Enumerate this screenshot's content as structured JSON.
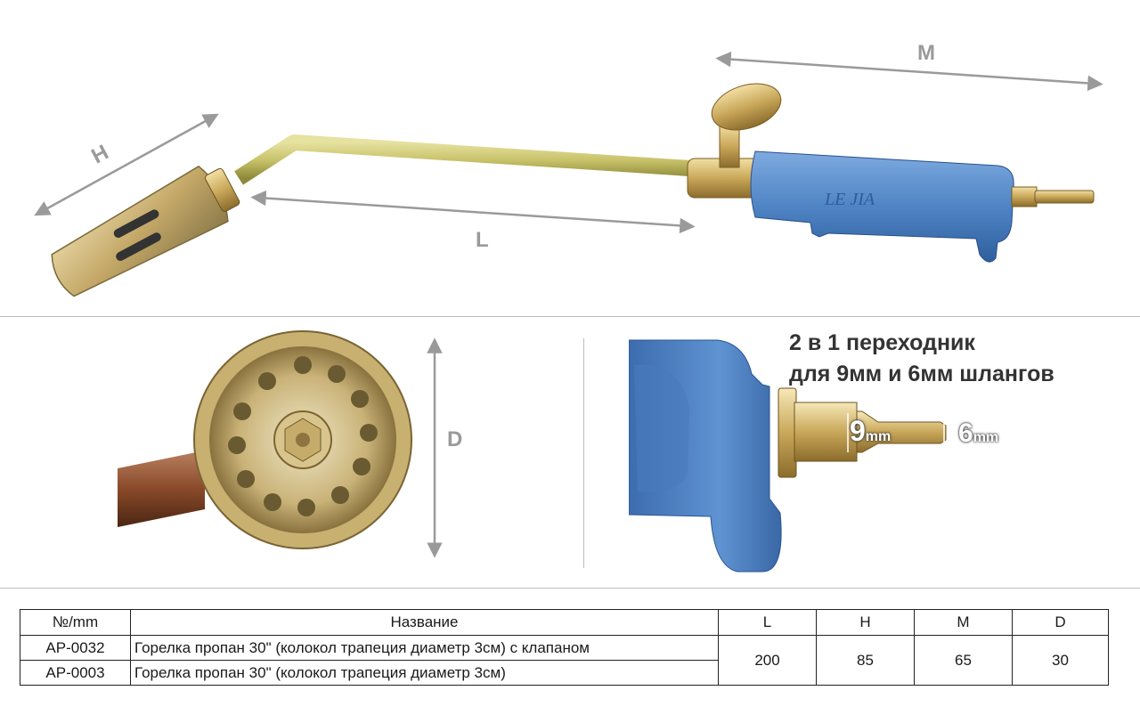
{
  "dimensions": {
    "h": "H",
    "l": "L",
    "m": "M",
    "d": "D"
  },
  "torch": {
    "handle_marking": "LE   JIA"
  },
  "adapter": {
    "caption_line1": "2 в 1 переходник",
    "caption_line2": "для 9мм и 6мм шлангов",
    "size_9_number": "9",
    "size_9_unit": "mm",
    "size_6_number": "6",
    "size_6_unit": "mm"
  },
  "colors": {
    "handle_blue": "#4f84c4",
    "brass": "#c9a85a",
    "tube": "#c8c26a",
    "dim_gray": "#9a9a9a"
  },
  "table": {
    "headers": {
      "code": "№/mm",
      "name": "Название",
      "l": "L",
      "h": "H",
      "m": "M",
      "d": "D"
    },
    "rows": [
      {
        "code": "AP-0032",
        "name": "Горелка пропан 30\" (колокол трапеция диаметр 3см) с клапаном"
      },
      {
        "code": "AP-0003",
        "name": "Горелка пропан 30\" (колокол трапеция диаметр 3см)"
      }
    ],
    "values": {
      "l": "200",
      "h": "85",
      "m": "65",
      "d": "30"
    }
  }
}
